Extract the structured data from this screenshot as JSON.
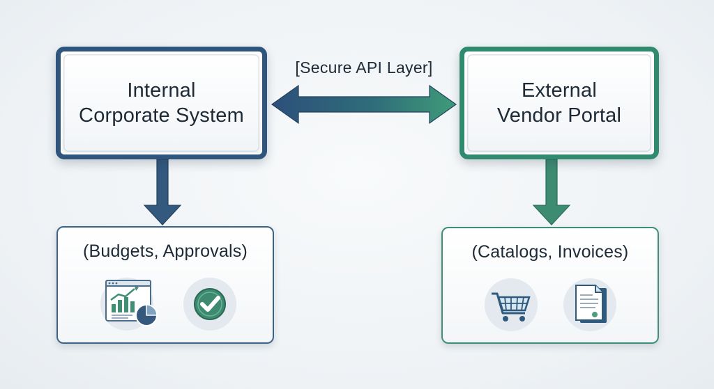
{
  "diagram": {
    "internal_system": "Internal\nCorporate System",
    "internal_line1": "Internal",
    "internal_line2": "Corporate System",
    "external_line1": "External",
    "external_line2": "Vendor Portal",
    "api_layer": "[Secure API Layer]",
    "internal_details": "(Budgets, Approvals)",
    "external_details": "(Catalogs, Invoices)"
  },
  "icons": {
    "budgets": "chart-report-icon",
    "approvals": "checkmark-circle-icon",
    "catalogs": "shopping-cart-icon",
    "invoices": "invoice-document-icon"
  },
  "colors": {
    "internal": "#2f557d",
    "external": "#2f8a6e",
    "text": "#1e2a35"
  }
}
